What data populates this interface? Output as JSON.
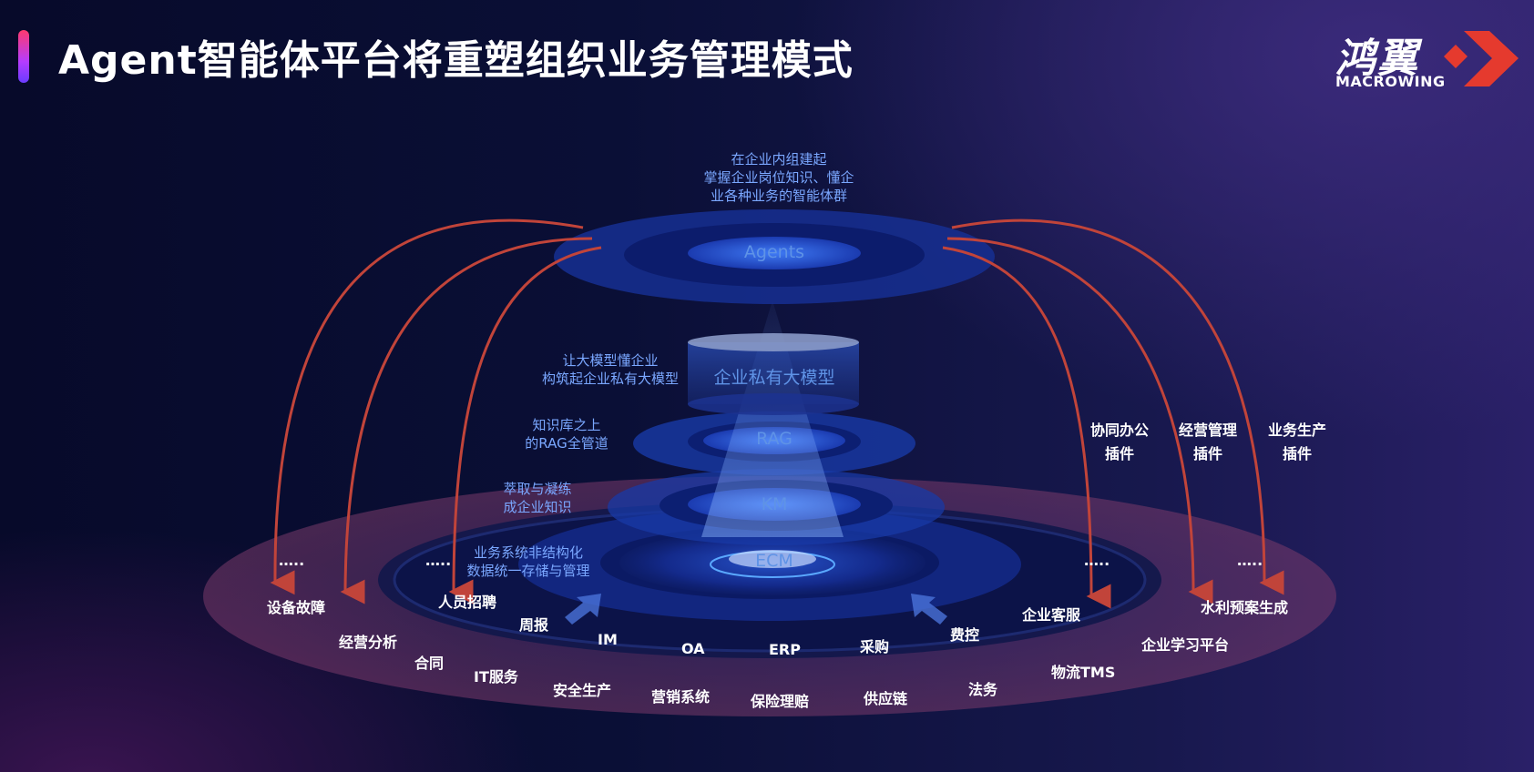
{
  "title": "Agent智能体平台将重塑组织业务管理模式",
  "logo": {
    "cn": "鸿翼",
    "en": "MACROWING"
  },
  "colors": {
    "background": "#070a2a",
    "accent_red": "#e53a2e",
    "arrow": "#c1443a",
    "layer_blue": "#2a62d8",
    "desc_blue": "#7aa7ff"
  },
  "levels": {
    "agents": "Agents",
    "llm": "企业私有大模型",
    "rag": "RAG",
    "km": "KM",
    "ecm": "ECM"
  },
  "descriptions": {
    "agents": [
      "在企业内组建起",
      "掌握企业岗位知识、懂企",
      "业各种业务的智能体群"
    ],
    "llm": [
      "让大模型懂企业",
      "构筑起企业私有大模型"
    ],
    "rag": [
      "知识库之上",
      "的RAG全管道"
    ],
    "km": [
      "萃取与凝练",
      "成企业知识"
    ],
    "ecm": [
      "业务系统非结构化",
      "数据统一存储与管理"
    ]
  },
  "plugins": [
    [
      "协同办公",
      "插件"
    ],
    [
      "经营管理",
      "插件"
    ],
    [
      "业务生产",
      "插件"
    ]
  ],
  "ellipsis": "…..",
  "scenarios": {
    "equipment_fault": "设备故障",
    "business_analysis": "经营分析",
    "recruitment": "人员招聘",
    "contract": "合同",
    "it_service": "IT服务",
    "weekly_report": "周报",
    "im": "IM",
    "safety_production": "安全生产",
    "oa": "OA",
    "marketing": "营销系统",
    "erp": "ERP",
    "insurance_claims": "保险理赔",
    "procurement": "采购",
    "supply_chain": "供应链",
    "expense_control": "费控",
    "legal": "法务",
    "customer_service": "企业客服",
    "logistics_tms": "物流TMS",
    "learning_platform": "企业学习平台",
    "water_plan": "水利预案生成"
  }
}
